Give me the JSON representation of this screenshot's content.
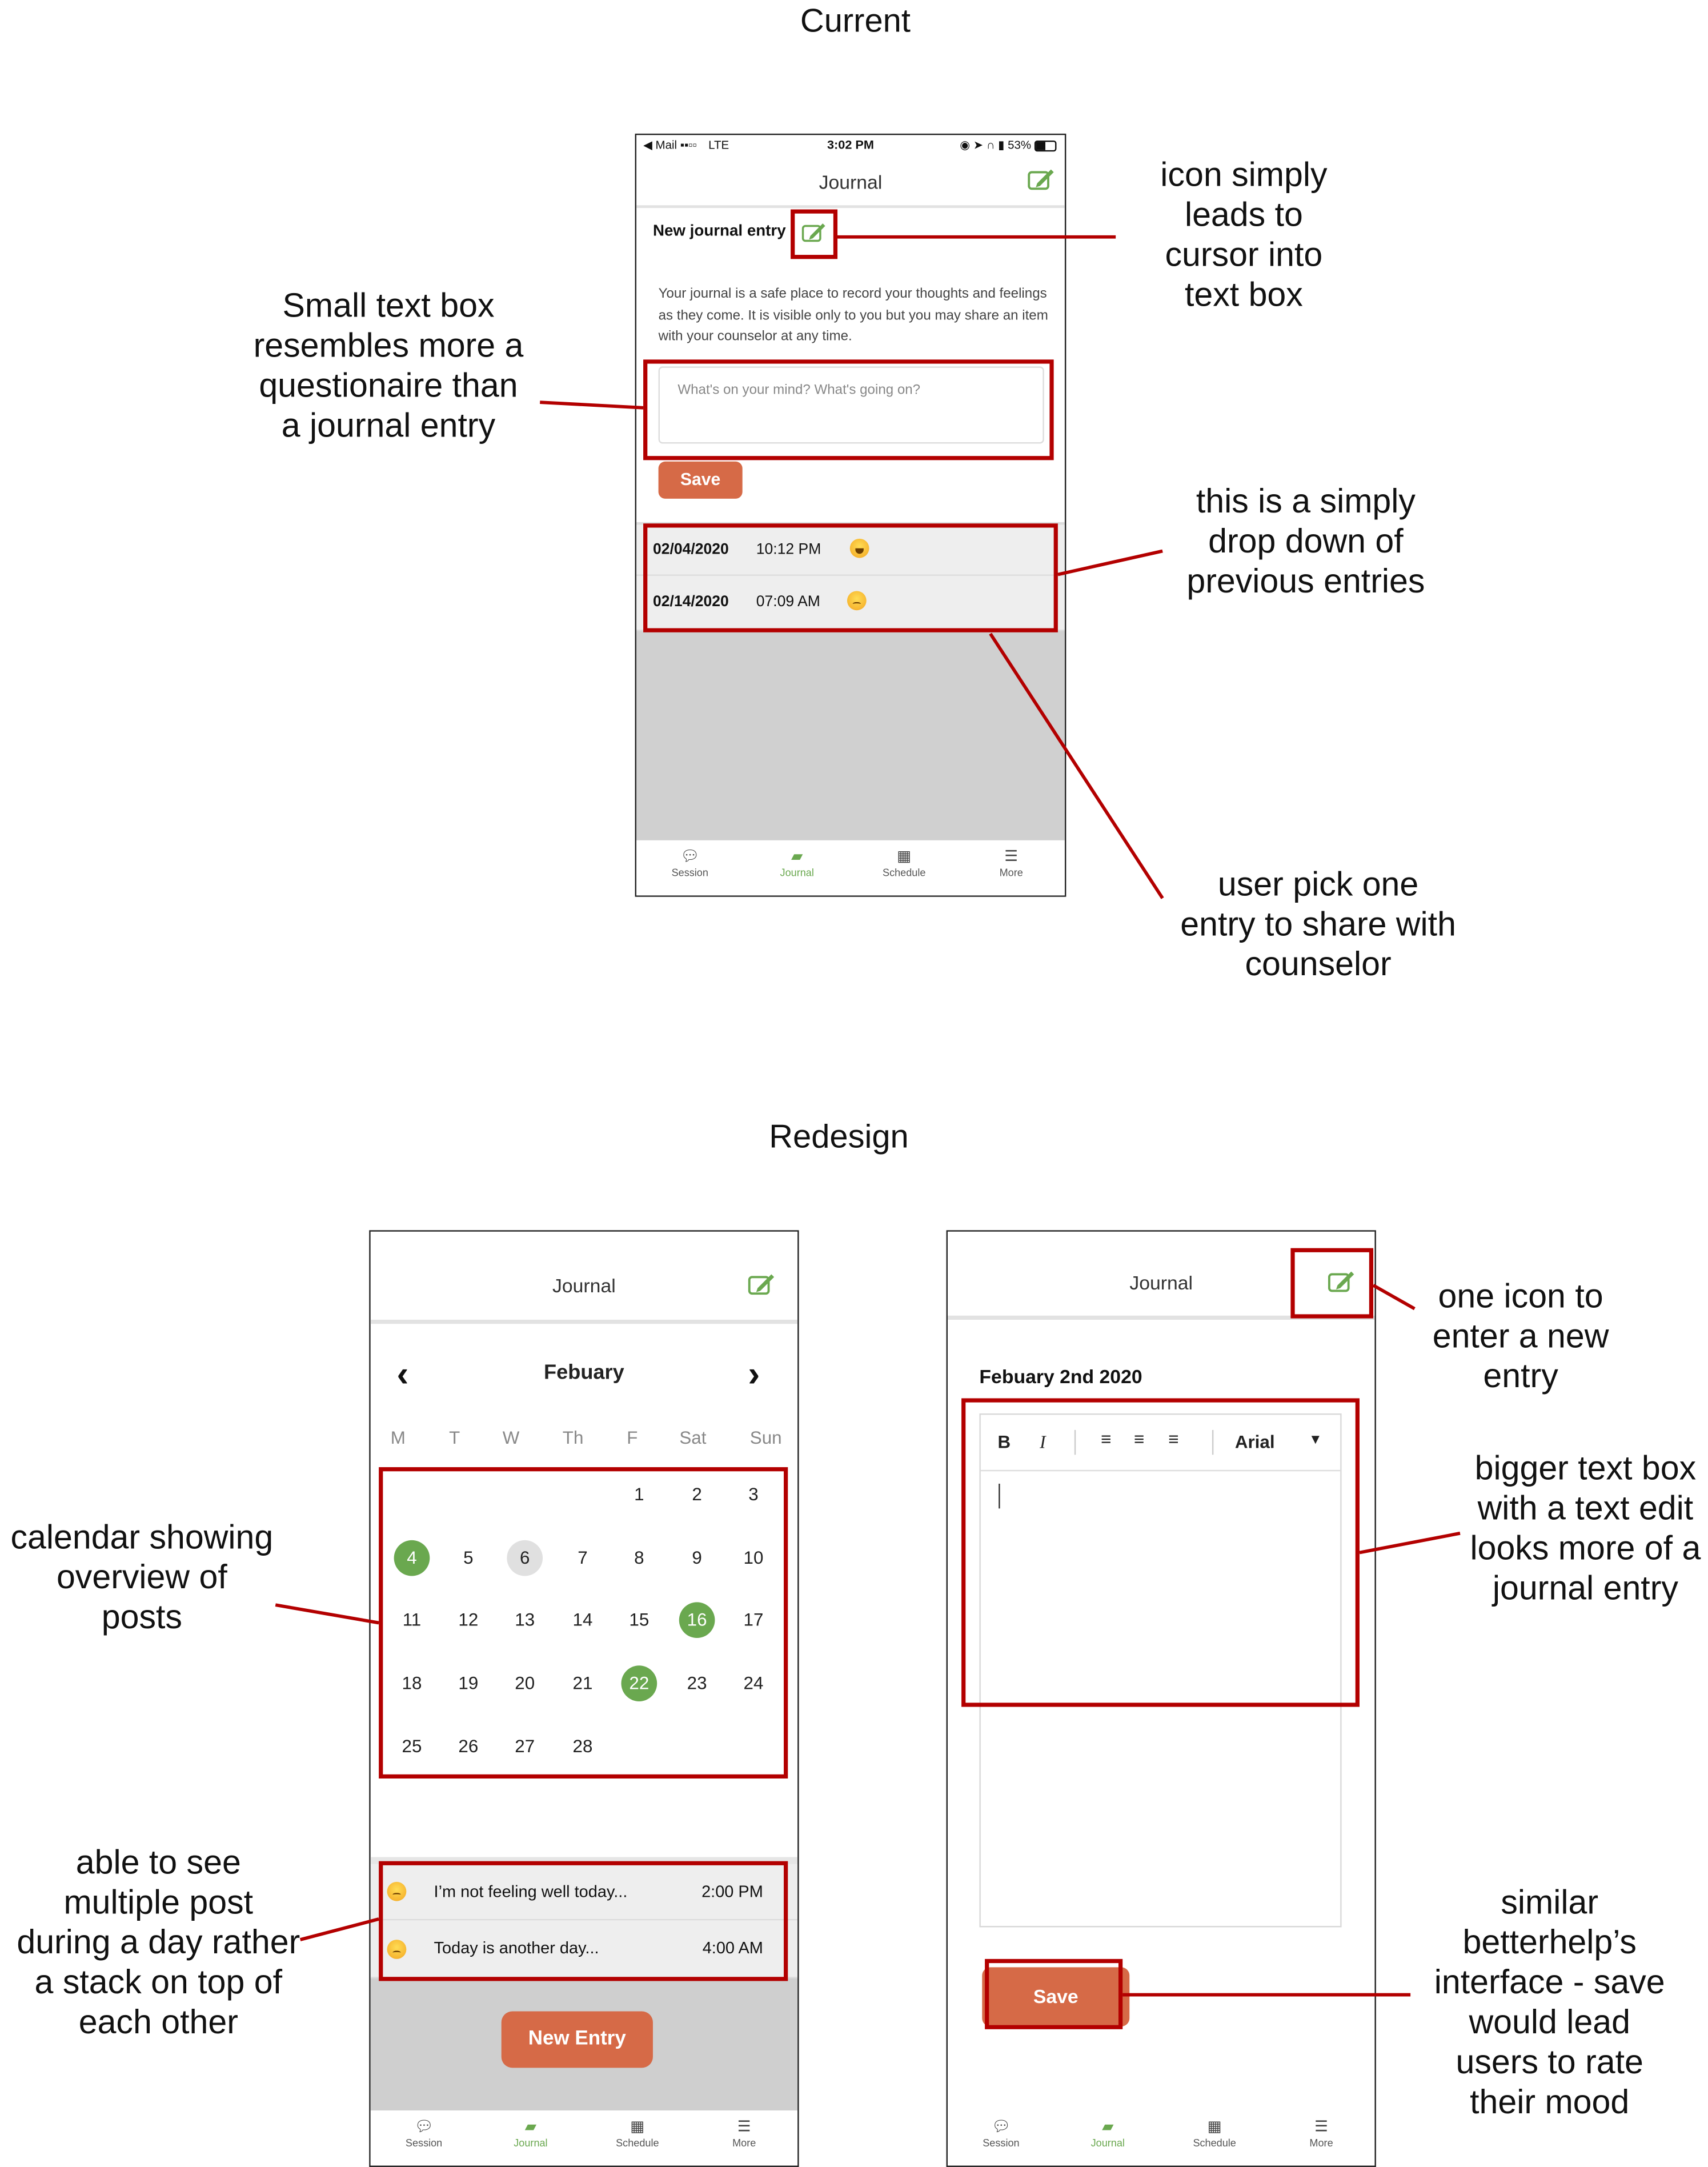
{
  "titles": {
    "current": "Current",
    "redesign": "Redesign"
  },
  "current": {
    "status": {
      "left": "◀ Mail",
      "network": "LTE",
      "time": "3:02 PM",
      "battery": "53%"
    },
    "header_title": "Journal",
    "new_entry_label": "New journal entry",
    "description": "Your journal is a safe place to record your thoughts and feelings as they come. It is visible only to you but you may share an item with your counselor at any time.",
    "textbox_placeholder": "What's on your mind? What's going on?",
    "save_label": "Save",
    "entries": [
      {
        "date": "02/04/2020",
        "time": "10:12 PM",
        "mood_icon": "laughing-tears-emoji"
      },
      {
        "date": "02/14/2020",
        "time": "07:09 AM",
        "mood_icon": "crying-emoji"
      }
    ]
  },
  "tabs": [
    {
      "label": "Session",
      "icon": "chat-bubbles-icon"
    },
    {
      "label": "Journal",
      "icon": "book-icon"
    },
    {
      "label": "Schedule",
      "icon": "calendar-icon"
    },
    {
      "label": "More",
      "icon": "menu-icon"
    }
  ],
  "redesign_calendar": {
    "header_title": "Journal",
    "month": "Febuary",
    "prev": "‹",
    "next": "›",
    "weekdays": [
      "M",
      "T",
      "W",
      "Th",
      "F",
      "Sat",
      "Sun"
    ],
    "weeks": [
      [
        null,
        null,
        null,
        null,
        "1",
        "2",
        "3"
      ],
      [
        "4",
        "5",
        "6",
        "7",
        "8",
        "9",
        "10"
      ],
      [
        "11",
        "12",
        "13",
        "14",
        "15",
        "16",
        "17"
      ],
      [
        "18",
        "19",
        "20",
        "21",
        "22",
        "23",
        "24"
      ],
      [
        "25",
        "26",
        "27",
        "28",
        null,
        null,
        null
      ]
    ],
    "highlighted_days": [
      "4",
      "16",
      "22"
    ],
    "selected_day": "6",
    "posts": [
      {
        "text": "I’m not feeling well today...",
        "time": "2:00 PM",
        "mood_icon": "crying-emoji"
      },
      {
        "text": "Today is another day...",
        "time": "4:00 AM",
        "mood_icon": "crying-emoji"
      }
    ],
    "new_entry_label": "New Entry"
  },
  "redesign_editor": {
    "header_title": "Journal",
    "date_heading": "Febuary 2nd 2020",
    "toolbar": {
      "bold": "B",
      "italic": "I",
      "font": "Arial",
      "dropdown": "▼"
    },
    "save_label": "Save"
  },
  "annotations": {
    "icon_cursor": "icon simply\nleads to\ncursor into\ntext box",
    "small_textbox": "Small text box\nresembles more a\nquestionaire than\na journal entry",
    "dropdown": "this is a simply\ndrop down of\nprevious entries",
    "pick_entry": "user pick one\nentry to share with\ncounselor",
    "calendar": "calendar showing\noverview of\nposts",
    "multiple_posts": "able to see\nmultiple post\nduring a day rather\na stack on top of\neach other",
    "one_icon": "one icon to\nenter a new\nentry",
    "bigger_textbox": "bigger text box\nwith a text edit\nlooks more of a\njournal entry",
    "betterhelp": "similar\nbetterhelp’s\ninterface - save\nwould lead\nusers to rate\ntheir mood"
  },
  "colors": {
    "accent_orange": "#d66a47",
    "accent_green": "#6aa84f",
    "annotation_red": "#b30000"
  }
}
